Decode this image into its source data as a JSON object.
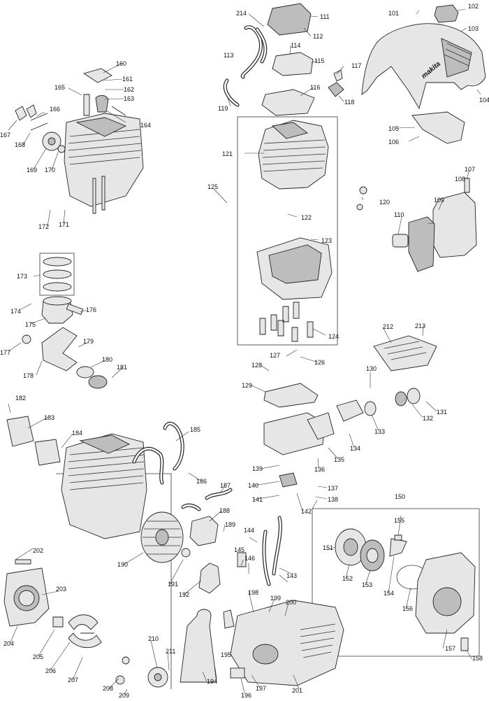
{
  "diagram": {
    "labels": [
      "101",
      "102",
      "103",
      "104",
      "105",
      "106",
      "107",
      "108",
      "109",
      "110",
      "111",
      "112",
      "113",
      "114",
      "115",
      "116",
      "117",
      "118",
      "119",
      "120",
      "121",
      "122",
      "123",
      "124",
      "125",
      "126",
      "127",
      "128",
      "129",
      "130",
      "131",
      "132",
      "133",
      "134",
      "135",
      "136",
      "137",
      "138",
      "139",
      "140",
      "141",
      "142",
      "143",
      "144",
      "145",
      "146",
      "150",
      "151",
      "152",
      "153",
      "154",
      "155",
      "156",
      "157",
      "158",
      "160",
      "161",
      "162",
      "163",
      "164",
      "165",
      "166",
      "167",
      "168",
      "169",
      "170",
      "171",
      "172",
      "173",
      "174",
      "175",
      "176",
      "177",
      "178",
      "179",
      "180",
      "181",
      "182",
      "183",
      "184",
      "185",
      "186",
      "187",
      "188",
      "189",
      "190",
      "191",
      "192",
      "194",
      "195",
      "196",
      "197",
      "198",
      "199",
      "200",
      "201",
      "202",
      "203",
      "204",
      "205",
      "206",
      "207",
      "208",
      "209",
      "210",
      "211",
      "212",
      "213",
      "214"
    ],
    "logo_text": "makita"
  }
}
